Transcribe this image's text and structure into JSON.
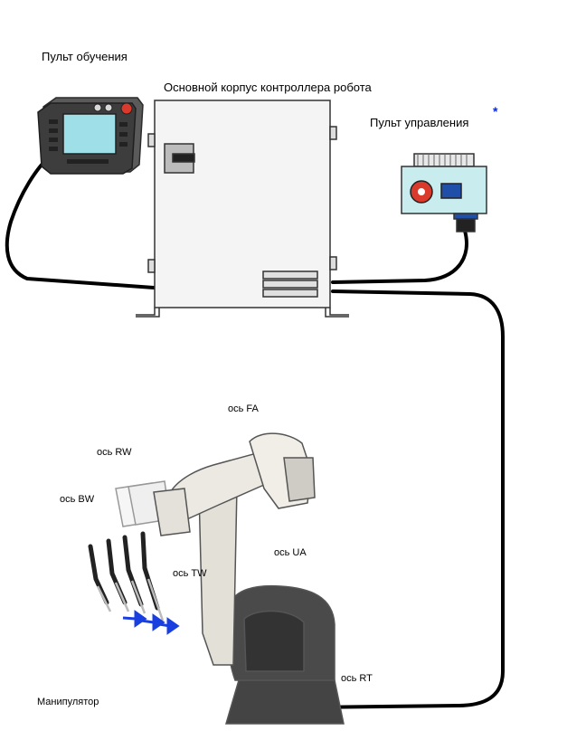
{
  "labels": {
    "teach_pendant": "Пульт обучения",
    "controller": "Основной корпус контроллера робота",
    "control_panel": "Пульт управления",
    "asterisk": "*",
    "manipulator": "Манипулятор",
    "axis_fa": "ось FA",
    "axis_rw": "ось RW",
    "axis_bw": "ось BW",
    "axis_tw": "ось TW",
    "axis_ua": "ось UA",
    "axis_rt": "ось RT"
  },
  "colors": {
    "cable": "#000000",
    "pendant_screen": "#9fdfe8",
    "control_panel_body": "#c9ecee",
    "stop_button": "#d93a2b",
    "panel_button": "#1f4fa8",
    "arrow": "#1a3fe0",
    "asterisk": "#0c2bd8"
  },
  "icons": {
    "teach_pendant": "teach-pendant-icon",
    "controller": "controller-cabinet-icon",
    "control_panel": "control-panel-icon",
    "robot": "robot-arm-icon"
  }
}
